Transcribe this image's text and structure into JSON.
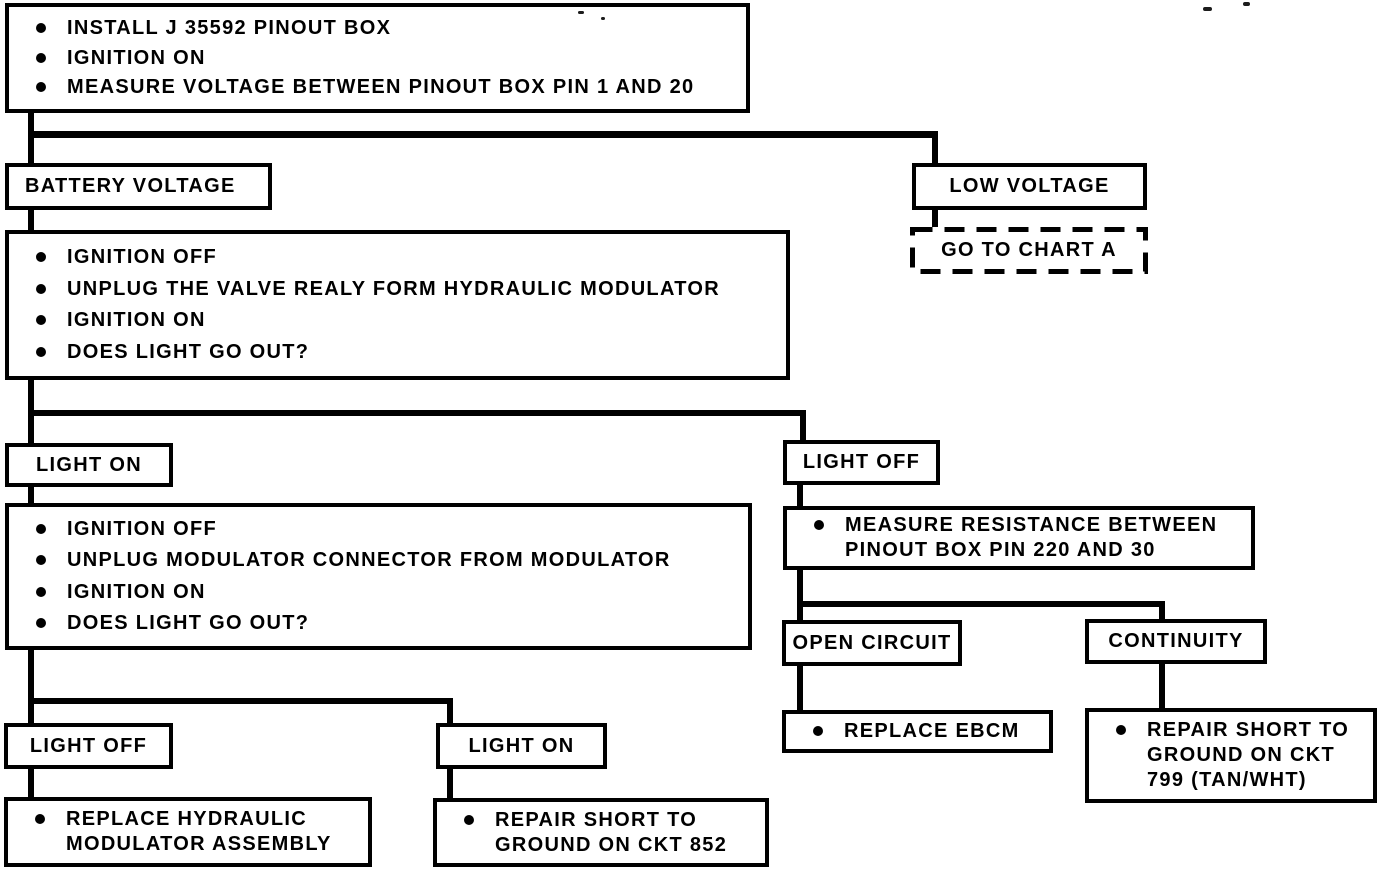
{
  "colors": {
    "ink": "#000000",
    "paper": "#ffffff"
  },
  "nodes": {
    "step1": {
      "bullets": [
        "INSTALL J 35592 PINOUT BOX",
        "IGNITION ON",
        "MEASURE VOLTAGE BETWEEN PINOUT BOX PIN 1 AND 20"
      ]
    },
    "battery_voltage": {
      "label": "BATTERY VOLTAGE"
    },
    "low_voltage": {
      "label": "LOW VOLTAGE"
    },
    "chart_a": {
      "label": "GO TO CHART A"
    },
    "step2": {
      "bullets": [
        "IGNITION OFF",
        "UNPLUG THE VALVE REALY FORM HYDRAULIC MODULATOR",
        "IGNITION ON",
        "DOES LIGHT GO OUT?"
      ]
    },
    "light_on_upper": {
      "label": "LIGHT ON"
    },
    "light_off_upper": {
      "label": "LIGHT OFF"
    },
    "step3": {
      "bullets": [
        "IGNITION OFF",
        "UNPLUG MODULATOR CONNECTOR FROM MODULATOR",
        "IGNITION ON",
        "DOES LIGHT GO OUT?"
      ]
    },
    "measure_resistance": {
      "bullets": [
        "MEASURE RESISTANCE  BETWEEN\nPINOUT BOX PIN 220 AND 30"
      ]
    },
    "open_circuit": {
      "label": "OPEN CIRCUIT"
    },
    "continuity": {
      "label": "CONTINUITY"
    },
    "replace_ebcm": {
      "bullets": [
        "REPLACE  EBCM"
      ]
    },
    "repair_799": {
      "bullets": [
        "REPAIR  SHORT TO\nGROUND ON CKT\n799 (TAN/WHT)"
      ]
    },
    "light_off_lower": {
      "label": "LIGHT OFF"
    },
    "light_on_lower": {
      "label": "LIGHT ON"
    },
    "replace_hydraulic": {
      "bullets": [
        "REPLACE HYDRAULIC\nMODULATOR ASSEMBLY"
      ]
    },
    "repair_852": {
      "bullets": [
        "REPAIR SHORT TO\nGROUND ON CKT 852"
      ]
    }
  }
}
